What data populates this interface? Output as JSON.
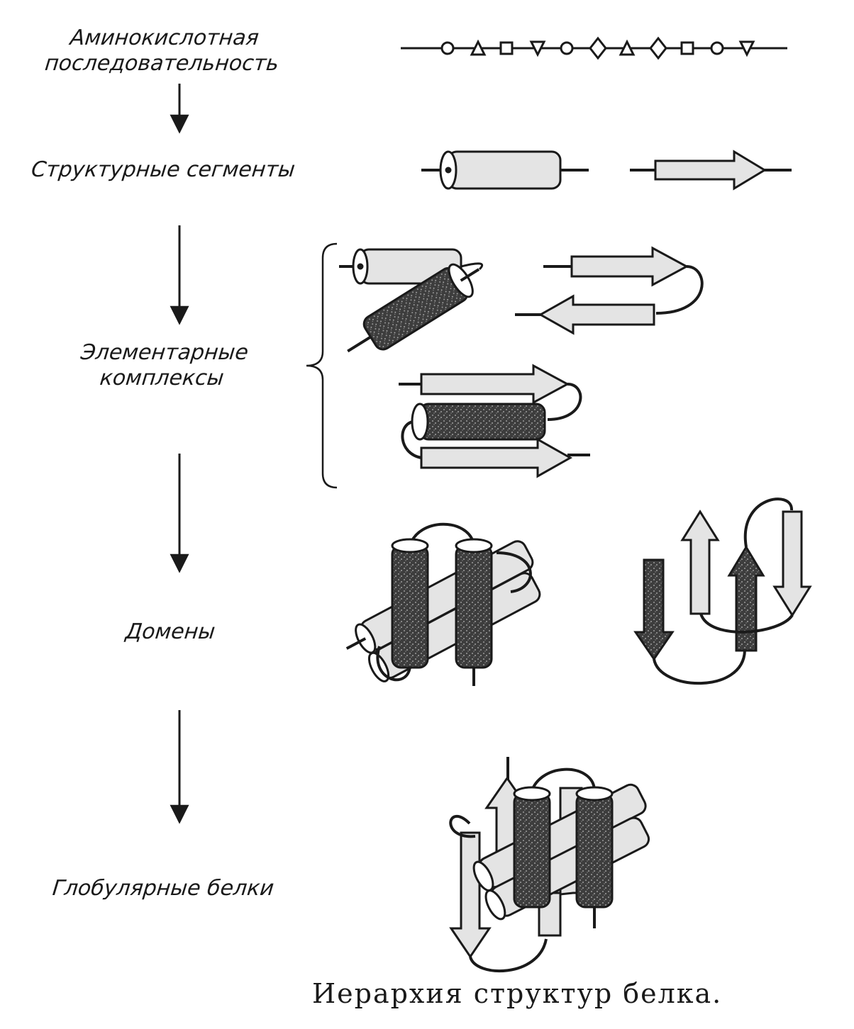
{
  "levels": [
    {
      "line1": "Аминокислотная",
      "line2": "последовательность"
    },
    {
      "line1": "Структурные сегменты"
    },
    {
      "line1": "Элементарные",
      "line2": "комплексы"
    },
    {
      "line1": "Домены"
    },
    {
      "line1": "Глобулярные белки"
    }
  ],
  "caption": "Иерархия структур белка.",
  "sequence_icons": [
    "circle",
    "triangle",
    "square",
    "triangle-down",
    "circle",
    "diamond",
    "triangle",
    "diamond",
    "square",
    "circle",
    "triangle-down"
  ],
  "colors": {
    "ink": "#1a1a1a",
    "light_fill": "#e4e4e4",
    "dark_fill": "#3a3a3a"
  }
}
